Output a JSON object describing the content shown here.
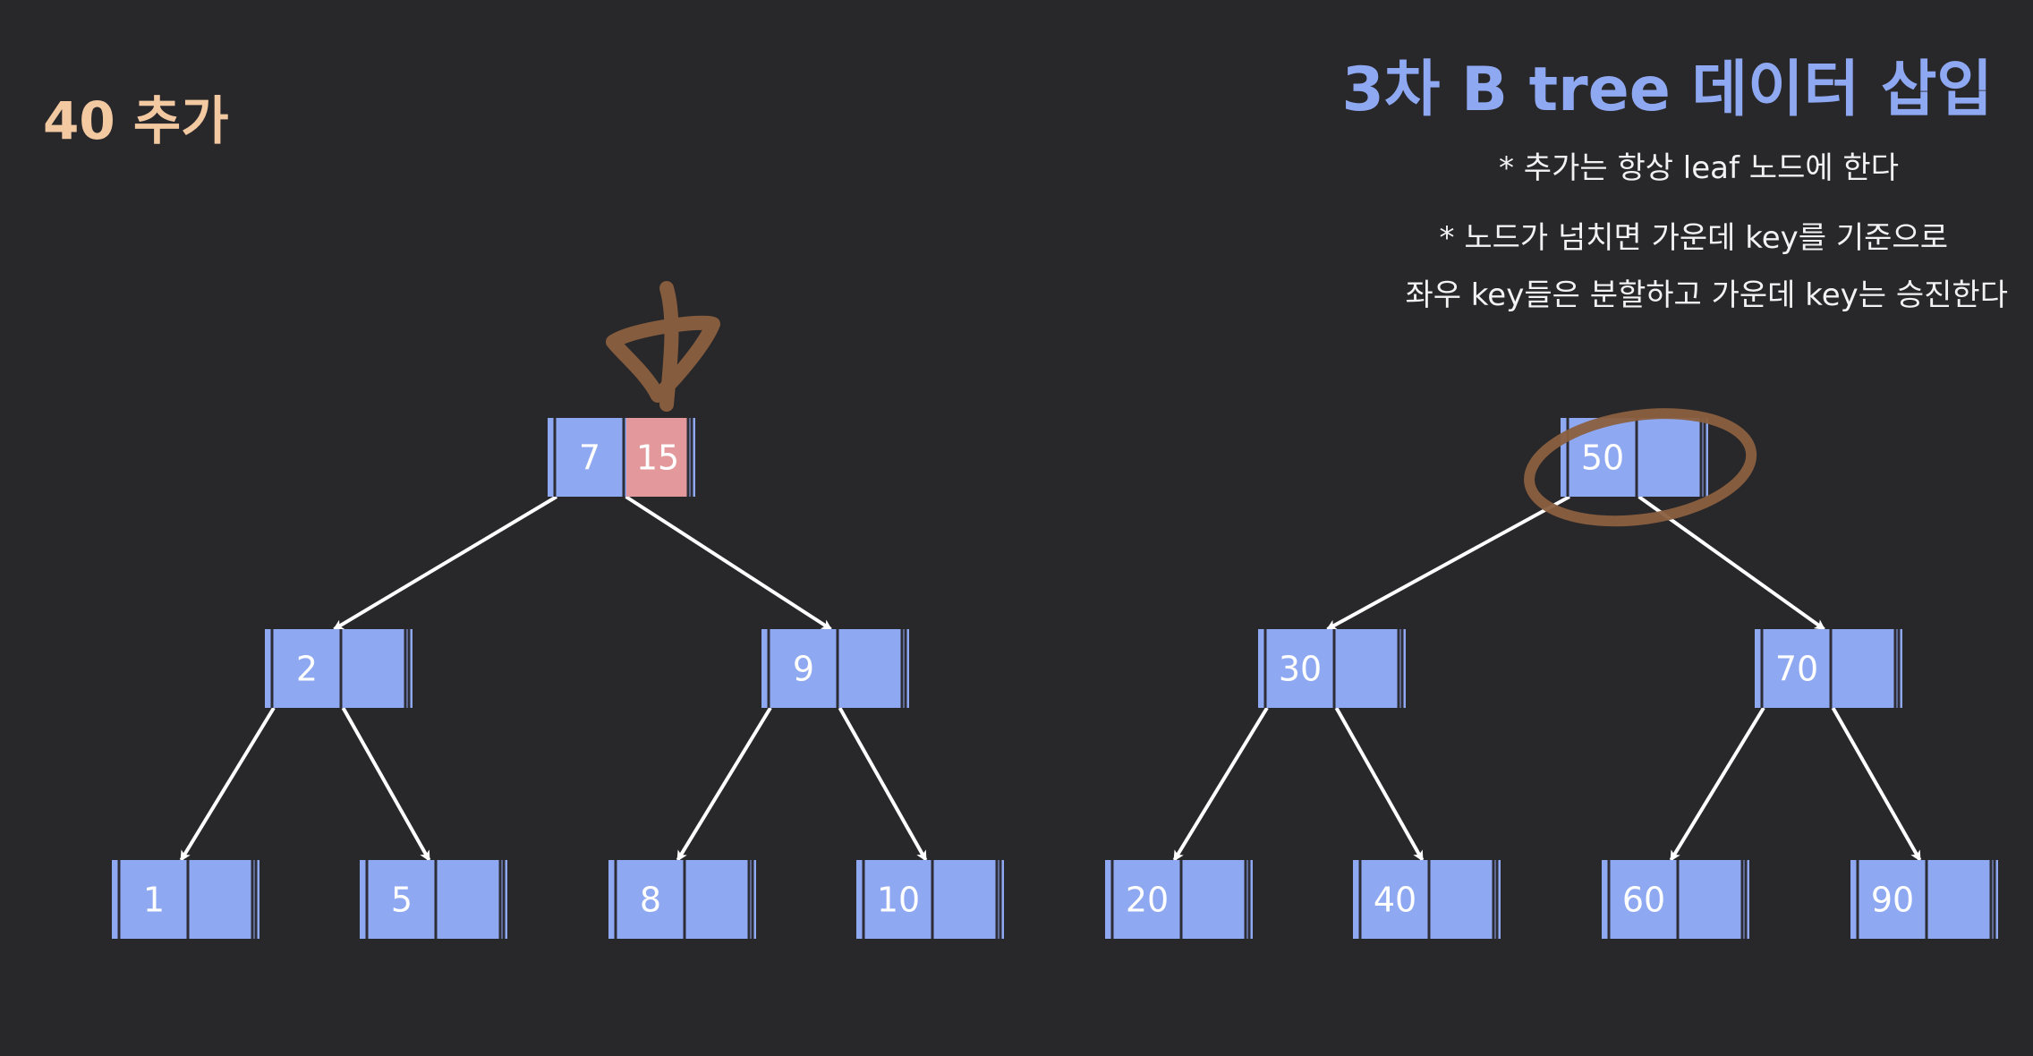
{
  "step_label": "40 추가",
  "title": "3차 B tree 데이터 삽입",
  "rules": [
    "* 추가는 항상 leaf 노드에 한다",
    "* 노드가 넘치면 가운데 key를 기준으로",
    "좌우 key들은 분할하고 가운데 key는 승진한다"
  ],
  "colors": {
    "background": "#28272a",
    "node_fill": "#8fa8f2",
    "highlight_fill": "#e3999b",
    "title": "#8fa8f2",
    "step_label": "#f3c9a2",
    "annotation": "#8a5f3f",
    "edge": "#ffffff"
  },
  "trees": [
    {
      "nodes": [
        {
          "keys": [
            "7",
            "15"
          ],
          "highlight_key_index": 1,
          "level": 0
        },
        {
          "keys": [
            "2",
            ""
          ],
          "level": 1
        },
        {
          "keys": [
            "9",
            ""
          ],
          "level": 1
        },
        {
          "keys": [
            "1",
            ""
          ],
          "level": 2
        },
        {
          "keys": [
            "5",
            ""
          ],
          "level": 2
        },
        {
          "keys": [
            "8",
            ""
          ],
          "level": 2
        },
        {
          "keys": [
            "10",
            ""
          ],
          "level": 2
        }
      ],
      "edges": [
        [
          0,
          1
        ],
        [
          0,
          2
        ],
        [
          1,
          3
        ],
        [
          1,
          4
        ],
        [
          2,
          5
        ],
        [
          2,
          6
        ]
      ],
      "annotation": "star-scribble-over-root"
    },
    {
      "nodes": [
        {
          "keys": [
            "50",
            ""
          ],
          "level": 0
        },
        {
          "keys": [
            "30",
            ""
          ],
          "level": 1
        },
        {
          "keys": [
            "70",
            ""
          ],
          "level": 1
        },
        {
          "keys": [
            "20",
            ""
          ],
          "level": 2
        },
        {
          "keys": [
            "40",
            ""
          ],
          "level": 2
        },
        {
          "keys": [
            "60",
            ""
          ],
          "level": 2
        },
        {
          "keys": [
            "90",
            ""
          ],
          "level": 2
        }
      ],
      "edges": [
        [
          0,
          1
        ],
        [
          0,
          2
        ],
        [
          1,
          3
        ],
        [
          1,
          4
        ],
        [
          2,
          5
        ],
        [
          2,
          6
        ]
      ],
      "annotation": "circle-around-root"
    }
  ]
}
